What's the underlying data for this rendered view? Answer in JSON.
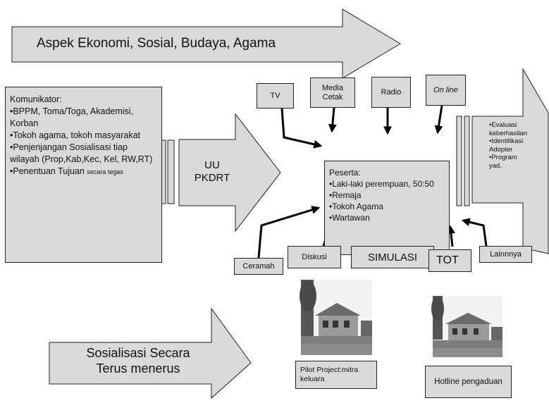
{
  "top_arrow": "Aspek Ekonomi, Sosial, Budaya, Agama",
  "komunikator": {
    "title": "Komunikator:",
    "items": [
      "•BPPM, Toma/Toga, Akademisi, Korban",
      "•Tokoh agama, tokoh masyarakat",
      "•Penjenjangan Sosialisasi tiap wilayah (Prop,Kab,Kec, Kel, RW,RT)"
    ],
    "last_item": "•Penentuan Tujuan",
    "last_item_small": "secara tegas"
  },
  "uu_arrow": [
    "UU",
    "PKDRT"
  ],
  "peserta": {
    "title": "Peserta:",
    "items": [
      "•Laki-laki perempuan, 50:50",
      "•Remaja",
      "•Tokoh Agama",
      "•Wartawan"
    ]
  },
  "evaluation_arrow": {
    "items": [
      "•Evaluasi keberhasilan",
      "•Identifikasi Adopter",
      "•Program yad."
    ]
  },
  "media": {
    "tv": "TV",
    "media_cetak": [
      "Media",
      "Cetak"
    ],
    "radio": "Radio",
    "online": "On line"
  },
  "methods": {
    "ceramah": "Ceramah",
    "diskusi": "Diskusi",
    "simulasi": "SIMULASI",
    "tot": "TOT",
    "lainnya": "Lainnnya"
  },
  "bottom_arrow": [
    "Sosialisasi Secara",
    "Terus menerus"
  ],
  "captions": {
    "pilot": "Pilot Project:mitra keluara",
    "hotline": "Hotline pengaduan"
  },
  "colors": {
    "box_fill": "#d9d9d9",
    "outline": "#222222",
    "photo_sky": "#f2f2f2"
  }
}
